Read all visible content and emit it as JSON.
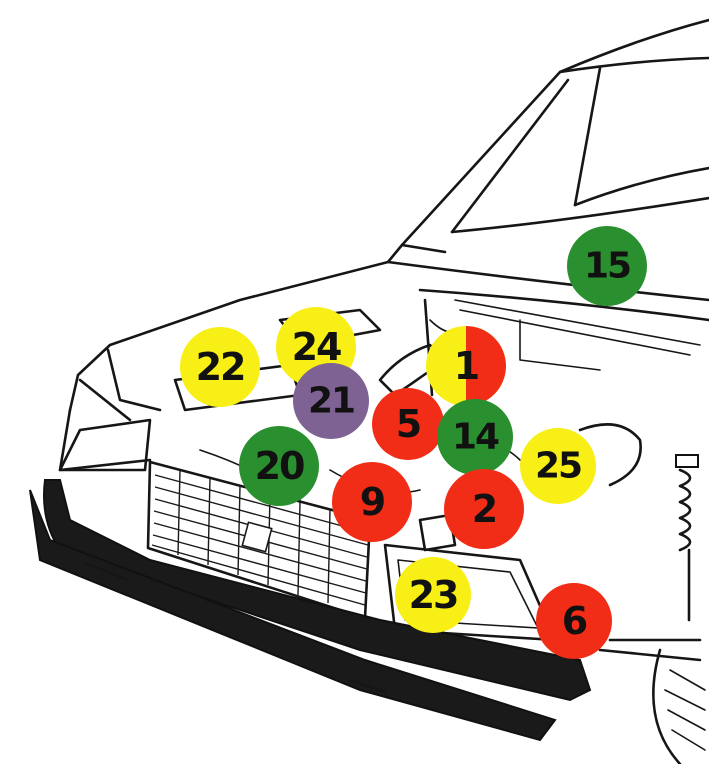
{
  "colors": {
    "red": "#f22d17",
    "yellow": "#f7ef15",
    "green": "#2a8f2e",
    "purple": "#7e6294"
  },
  "markers": [
    {
      "label": "15",
      "color": "green"
    },
    {
      "label": "1",
      "color": "yellow-red"
    },
    {
      "label": "22",
      "color": "yellow"
    },
    {
      "label": "24",
      "color": "yellow"
    },
    {
      "label": "21",
      "color": "purple"
    },
    {
      "label": "5",
      "color": "red"
    },
    {
      "label": "14",
      "color": "green"
    },
    {
      "label": "25",
      "color": "yellow"
    },
    {
      "label": "20",
      "color": "green"
    },
    {
      "label": "9",
      "color": "red"
    },
    {
      "label": "2",
      "color": "red"
    },
    {
      "label": "23",
      "color": "yellow"
    },
    {
      "label": "6",
      "color": "red"
    }
  ]
}
